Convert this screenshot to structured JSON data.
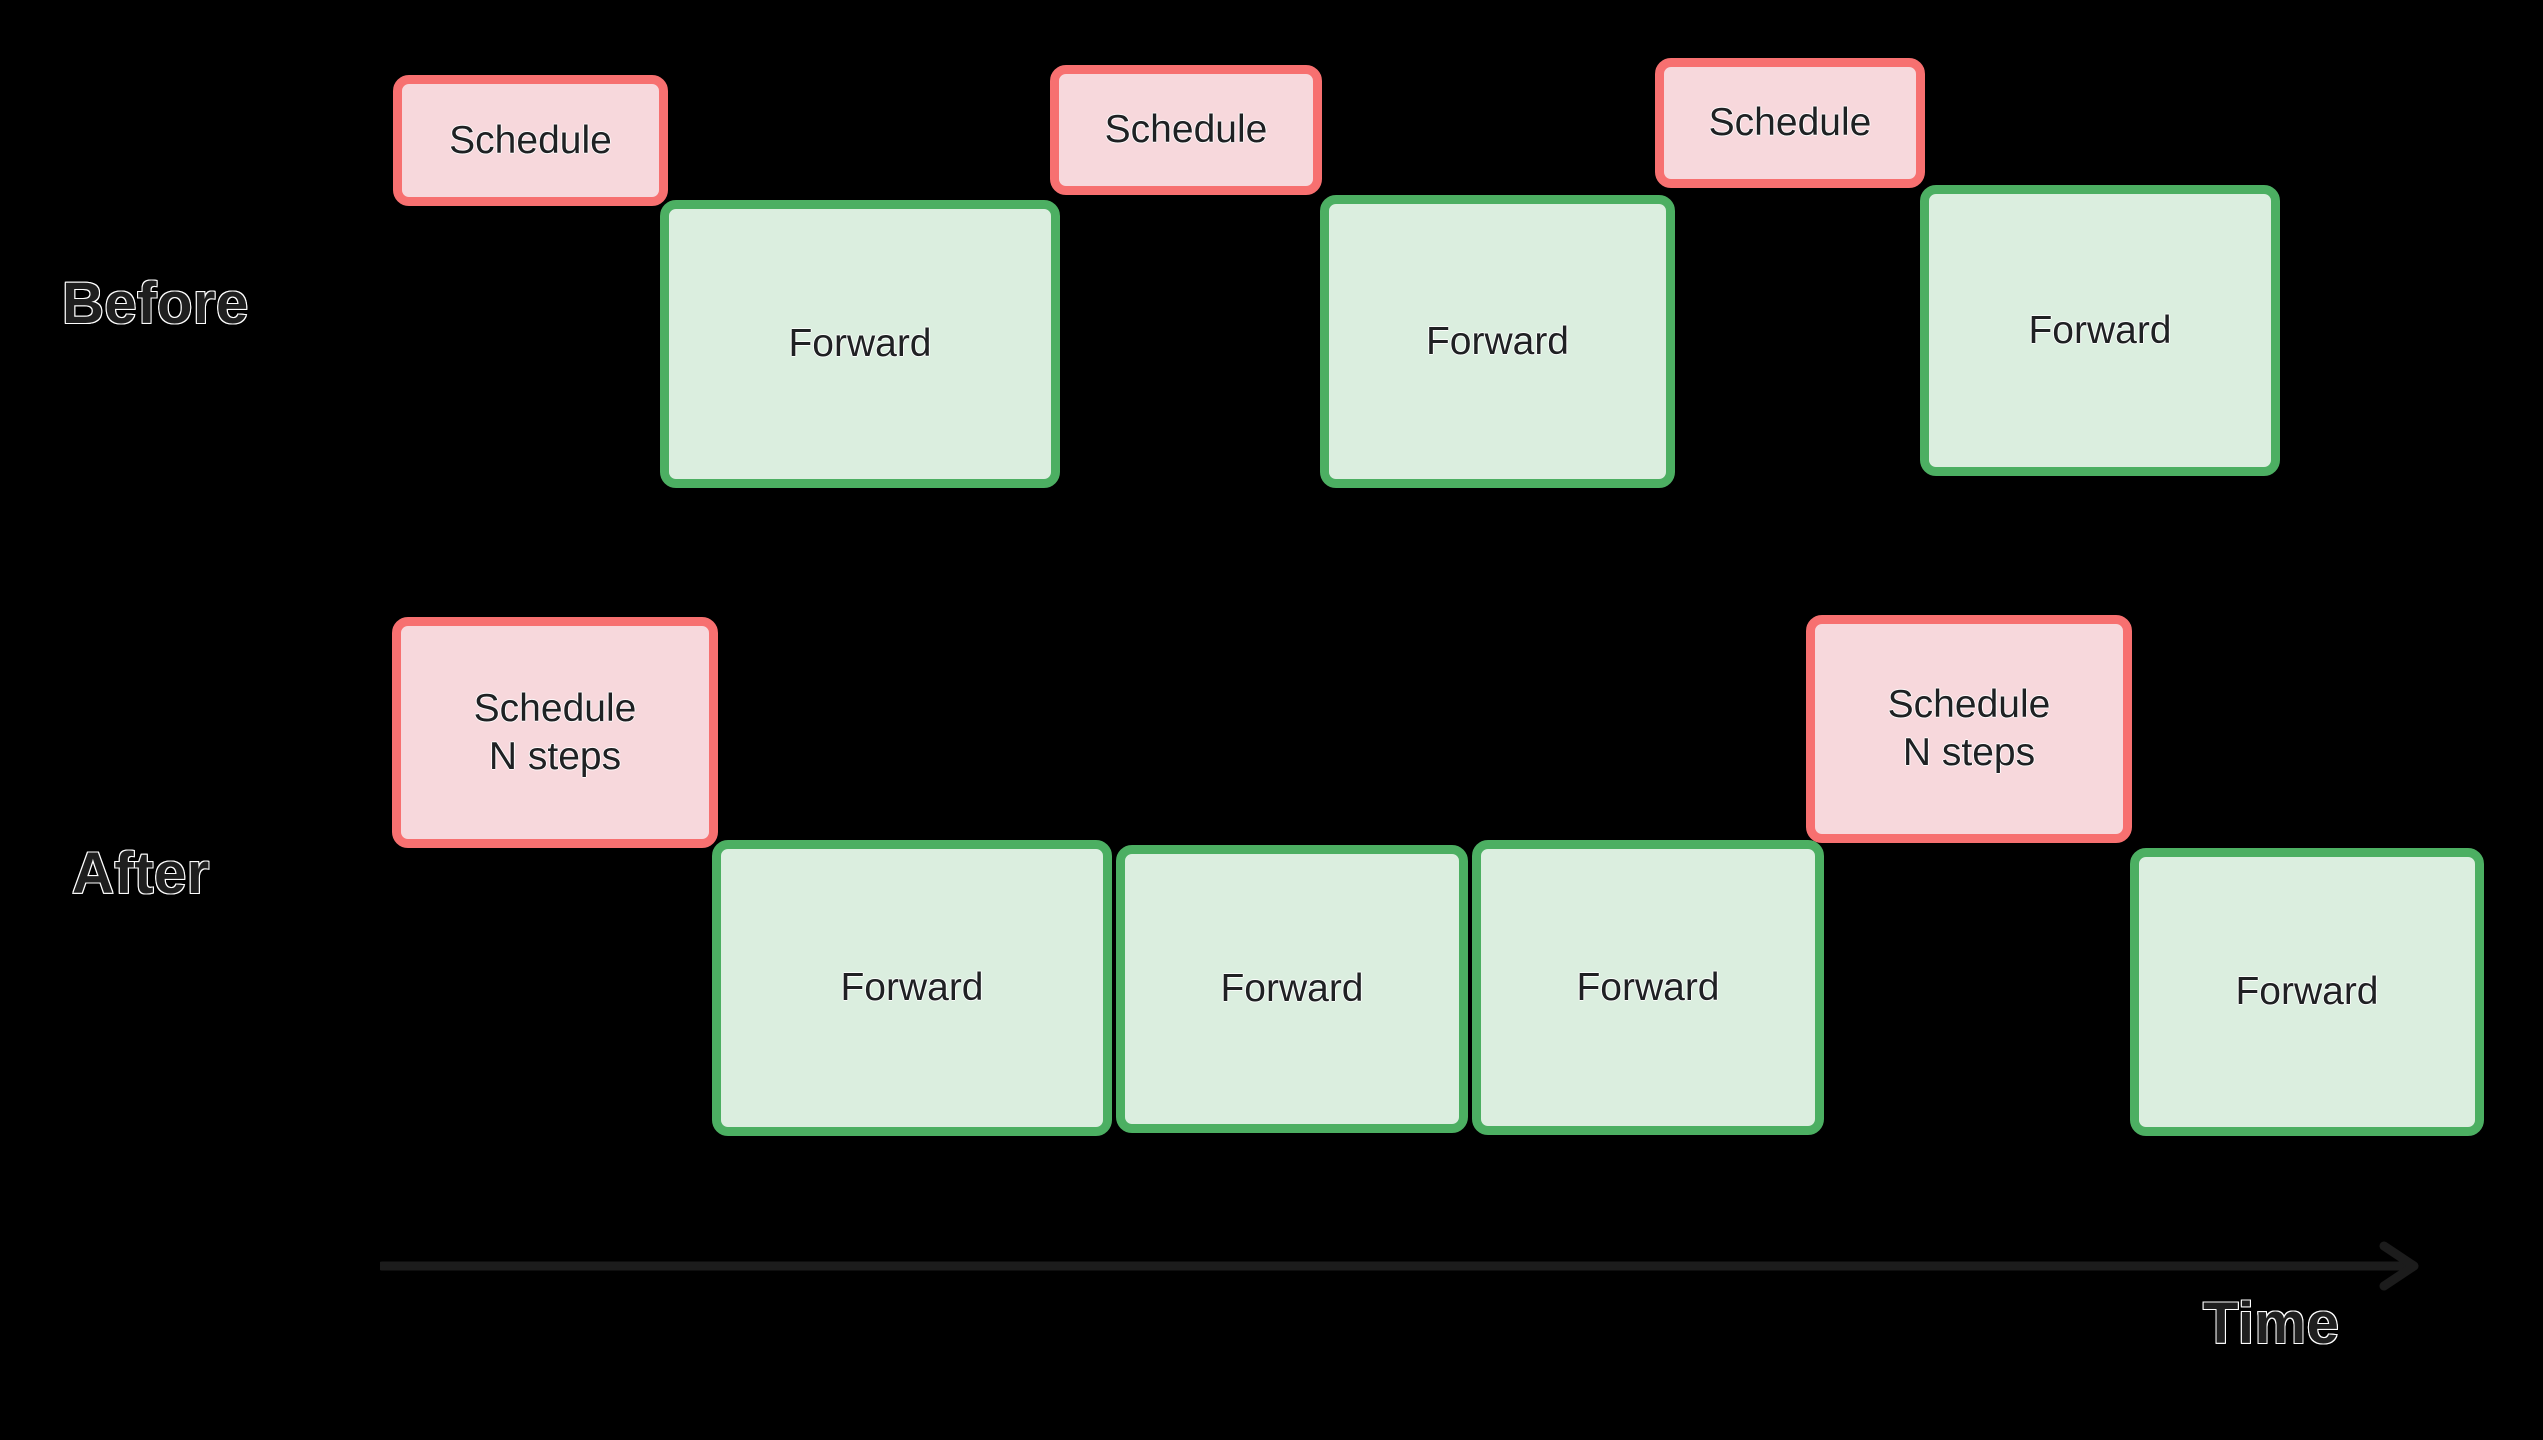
{
  "diagram": {
    "title_text_present": false,
    "background_color": "#000000",
    "palette": {
      "schedule_fill": "#f7d8dc",
      "schedule_border": "#f77070",
      "forward_fill": "#dbeedf",
      "forward_border": "#4caf62",
      "label_fill": "#1f1f1f",
      "label_outline": "#ffffff",
      "axis_color": "#1c1c1c",
      "node_text": "#1f2123"
    },
    "rows": [
      {
        "key": "before",
        "label": "Before",
        "schedule_nodes": [
          {
            "label": "Schedule"
          },
          {
            "label": "Schedule"
          },
          {
            "label": "Schedule"
          }
        ],
        "forward_nodes": [
          {
            "label": "Forward"
          },
          {
            "label": "Forward"
          },
          {
            "label": "Forward"
          }
        ]
      },
      {
        "key": "after",
        "label": "After",
        "schedule_nodes": [
          {
            "line1": "Schedule",
            "line2": "N steps"
          },
          {
            "line1": "Schedule",
            "line2": "N steps"
          }
        ],
        "forward_nodes": [
          {
            "label": "Forward"
          },
          {
            "label": "Forward"
          },
          {
            "label": "Forward"
          },
          {
            "label": "Forward"
          }
        ]
      }
    ],
    "axis": {
      "label": "Time",
      "direction": "left-to-right",
      "arrow_icon": "arrow-right-icon"
    }
  }
}
